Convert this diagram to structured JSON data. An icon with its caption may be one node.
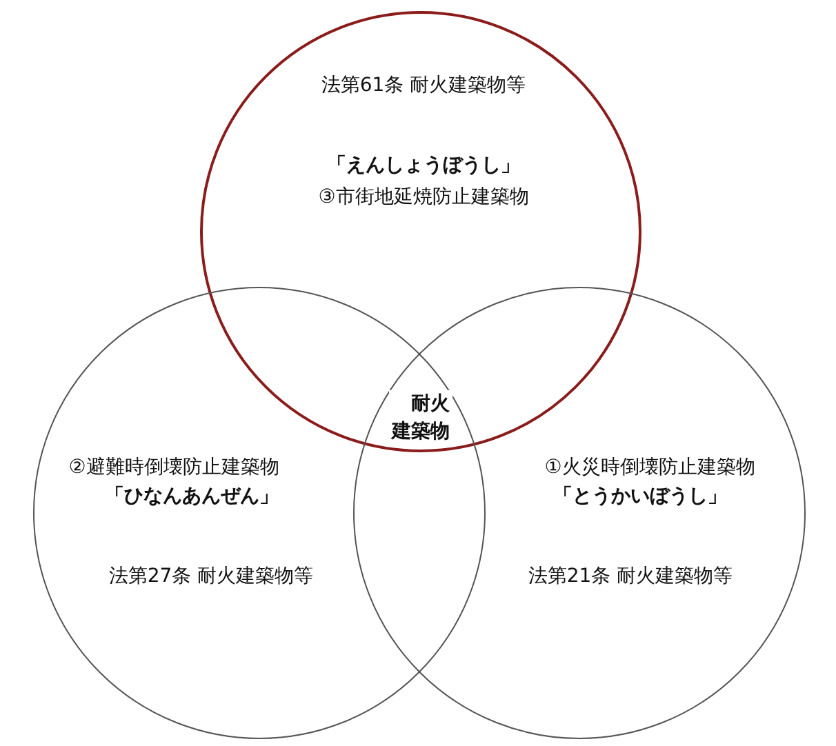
{
  "diagram": {
    "nodes": [
      {
        "text": [
          "法第61条 耐火建築物等",
          "「えんしょうぼうし」",
          "③市街地延焼防止建築物"
        ]
      },
      {
        "text": [
          "②避難時倒壊防止建築物",
          "「ひなんあんぜん」",
          "法第27条 耐火建築物等"
        ]
      },
      {
        "text": [
          "①火災時倒壊防止建築物",
          "「とうかいぼうし」",
          "法第21条 耐火建築物等"
        ]
      }
    ],
    "edges": [],
    "labels": [
      "耐火建築物"
    ]
  }
}
